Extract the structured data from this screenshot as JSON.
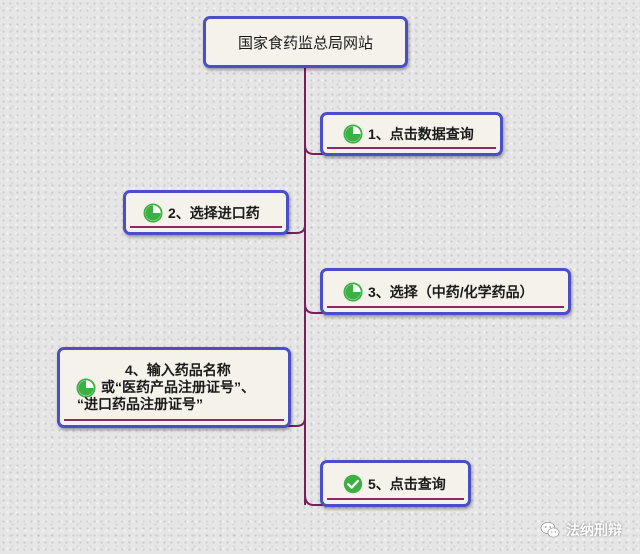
{
  "root": {
    "label": "国家食药监总局网站"
  },
  "steps": [
    {
      "label": "1、点击数据查询",
      "icon": "pie-progress-icon"
    },
    {
      "label": "2、选择进口药",
      "icon": "pie-progress-icon"
    },
    {
      "label": "3、选择（中药/化学药品）",
      "icon": "pie-progress-icon"
    },
    {
      "lines": [
        "4、输入药品名称",
        "或“医药产品注册证号”、",
        "“进口药品注册证号”"
      ],
      "icon": "pie-progress-icon"
    },
    {
      "label": "5、点击查询",
      "icon": "check-circle-icon"
    }
  ],
  "watermark": {
    "text": "法纳刑辩",
    "icon": "wechat-icon"
  },
  "colors": {
    "border": "#4a4fc9",
    "connector": "#7a1f5c",
    "icon_green": "#3cb043"
  }
}
